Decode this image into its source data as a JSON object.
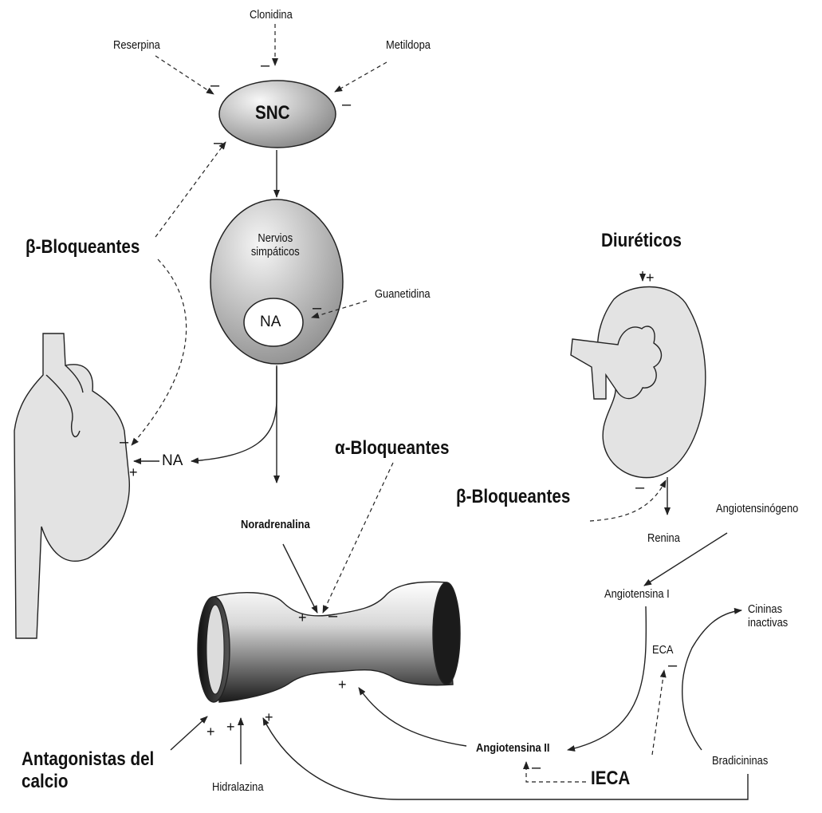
{
  "labels": {
    "clonidina": "Clonidina",
    "reserpina": "Reserpina",
    "metildopa": "Metildopa",
    "snc": "SNC",
    "nervios_simpaticos": "Nervios\nsimpáticos",
    "na_vesicle": "NA",
    "guanetidina": "Guanetidina",
    "beta_bloqueantes_left": "β-Bloqueantes",
    "na_heart": "NA",
    "noradrenalina": "Noradrenalina",
    "alfa_bloqueantes": "α-Bloqueantes",
    "diureticos": "Diuréticos",
    "beta_bloqueantes_right": "β-Bloqueantes",
    "renina": "Renina",
    "angiotensinogeno": "Angiotensinógeno",
    "angiotensina_i": "Angiotensina I",
    "cininas_inactivas": "Cininas\ninactivas",
    "eca": "ECA",
    "angiotensina_ii": "Angiotensina II",
    "ieca": "IECA",
    "bradicininas": "Bradicininas",
    "antagonistas_calcio": "Antagonistas del\ncalcio",
    "hidralazina": "Hidralazina"
  },
  "signs": {
    "minus": "–",
    "plus": "+"
  },
  "colors": {
    "line": "#222222",
    "organ_fill": "#e3e3e3",
    "ellipse_dark": "#8f8f8f"
  }
}
